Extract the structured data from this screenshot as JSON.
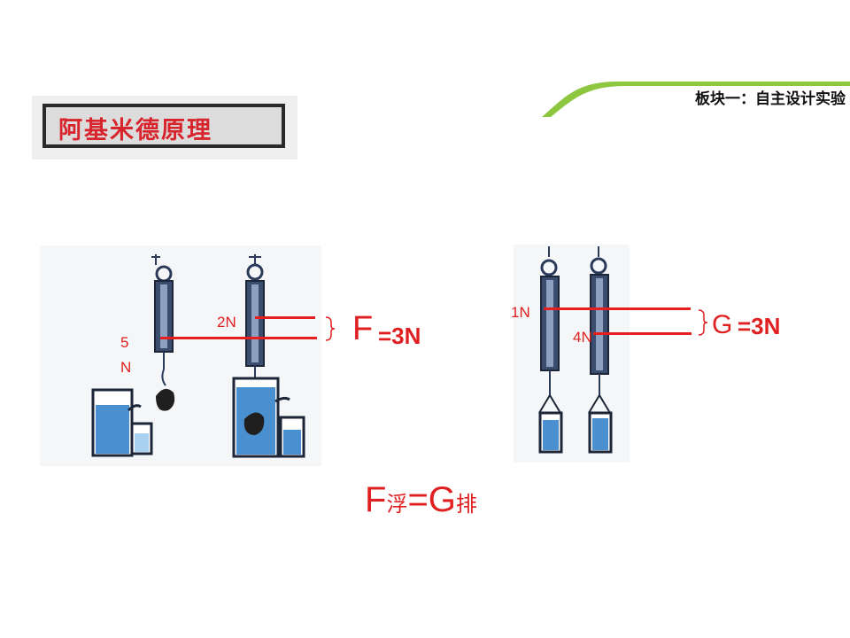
{
  "banner": {
    "text": "板块一：自主设计实验",
    "color": "#8dc63f"
  },
  "title": {
    "text": "阿基米德原理",
    "color": "#d8242c"
  },
  "left": {
    "label_2n": "2N",
    "label_5": "5",
    "label_n": "N",
    "f_symbol": "F",
    "f_value": "=3N"
  },
  "right": {
    "label_1n": "1N",
    "label_4n": "4N",
    "g_symbol": "G",
    "g_value": "=3N"
  },
  "formula": {
    "f": "F",
    "f_sub": "浮",
    "eq": "=",
    "g": "G",
    "g_sub": "排"
  },
  "colors": {
    "red": "#e61e1e",
    "water": "#3a86c8",
    "scale": "#2b3a5a"
  }
}
